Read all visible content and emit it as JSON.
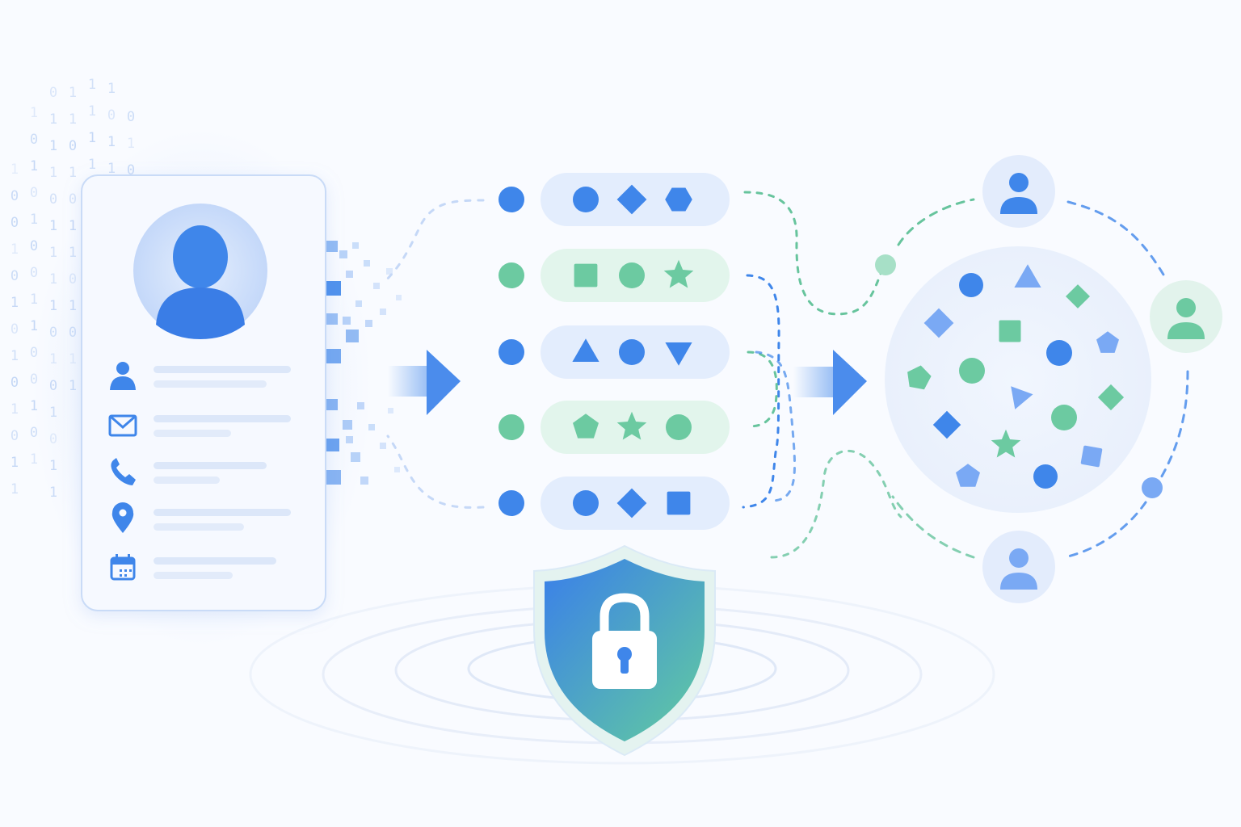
{
  "binary_columns": [
    "1 0 0 1 0 1 0 1 0 1 0 1 1",
    "1 0 1 0 1 0 0 1 1 0 0 1 0 1",
    "0 1 1 1 0 1 1 1 1 0 1 0 1 0 1 1",
    "1 1 0 1 0 1 1 0 1 0 1 1",
    "1 1 1 1 0 1 0",
    "1 0 1 1 1 0",
    "0 1 0 1 0"
  ],
  "colors": {
    "blue": "#3f86ea",
    "blue_light": "#7aa9f4",
    "green": "#6ccaa1",
    "green_light": "#a7e0c7",
    "pill_blue": "#e3edfd",
    "pill_green": "#e2f5ec",
    "shield_start": "#3a7fea",
    "shield_end": "#62cc9f"
  },
  "rows": [
    {
      "color": "blue",
      "shapes": [
        "circle",
        "diamond",
        "hexagon"
      ]
    },
    {
      "color": "green",
      "shapes": [
        "square",
        "circle",
        "star"
      ]
    },
    {
      "color": "blue",
      "shapes": [
        "triangle",
        "circle",
        "triangle-down"
      ]
    },
    {
      "color": "green",
      "shapes": [
        "pentagon",
        "star",
        "circle"
      ]
    },
    {
      "color": "blue",
      "shapes": [
        "circle",
        "diamond",
        "square"
      ]
    }
  ],
  "profile_fields": [
    "user-icon",
    "mail-icon",
    "phone-icon",
    "location-pin-icon",
    "calendar-icon"
  ],
  "cluster_shapes": [
    {
      "shape": "circle",
      "color": "blue"
    },
    {
      "shape": "triangle",
      "color": "blue_light"
    },
    {
      "shape": "diamond",
      "color": "green"
    },
    {
      "shape": "diamond",
      "color": "blue_light"
    },
    {
      "shape": "square",
      "color": "green"
    },
    {
      "shape": "circle",
      "color": "blue"
    },
    {
      "shape": "pentagon",
      "color": "blue_light"
    },
    {
      "shape": "pentagon",
      "color": "green"
    },
    {
      "shape": "circle",
      "color": "green"
    },
    {
      "shape": "triangle",
      "color": "blue_light"
    },
    {
      "shape": "diamond",
      "color": "green"
    },
    {
      "shape": "diamond",
      "color": "blue"
    },
    {
      "shape": "circle",
      "color": "green"
    },
    {
      "shape": "star",
      "color": "green"
    },
    {
      "shape": "square",
      "color": "blue_light"
    },
    {
      "shape": "pentagon",
      "color": "blue_light"
    },
    {
      "shape": "circle",
      "color": "blue"
    }
  ],
  "avatars": [
    {
      "name": "avatar-top",
      "color": "blue"
    },
    {
      "name": "avatar-right",
      "color": "green"
    },
    {
      "name": "avatar-bottom",
      "color": "blue_light"
    }
  ],
  "icons": [
    "shield-icon",
    "padlock-icon",
    "arrow-right-icon"
  ]
}
